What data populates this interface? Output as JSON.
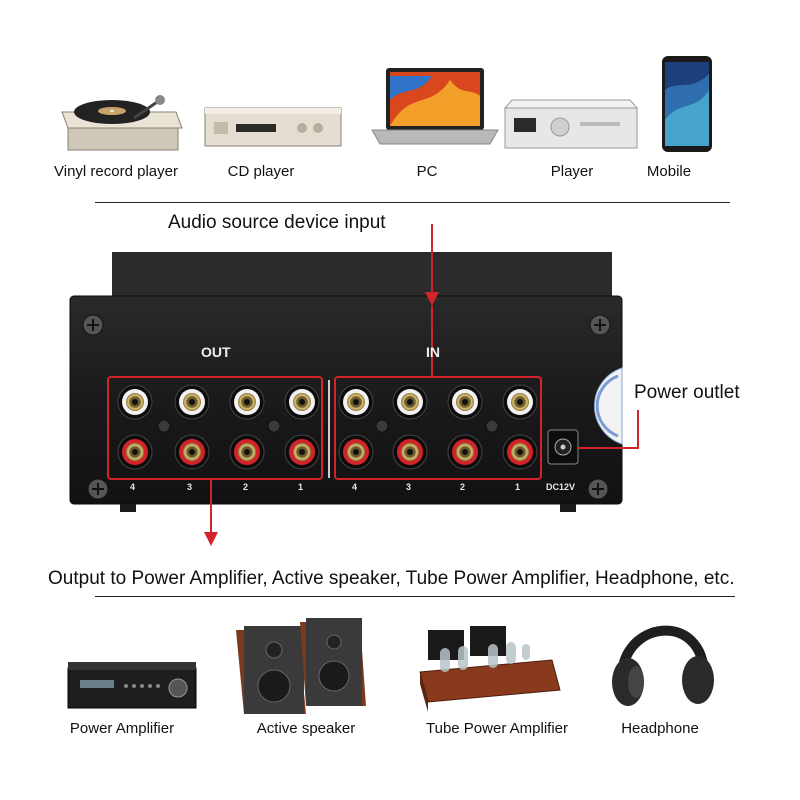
{
  "sources": [
    {
      "label": "Vinyl record player",
      "icon": "turntable-icon"
    },
    {
      "label": "CD player",
      "icon": "cd-player-icon"
    },
    {
      "label": "PC",
      "icon": "laptop-icon"
    },
    {
      "label": "Player",
      "icon": "media-player-icon"
    },
    {
      "label": "Mobile",
      "icon": "smartphone-icon"
    }
  ],
  "input_caption": "Audio source device input",
  "device": {
    "out_label": "OUT",
    "in_label": "IN",
    "channel_numbers": [
      "4",
      "3",
      "2",
      "1"
    ],
    "power_jack_label": "DC12V",
    "body_color": "#1c1c1c",
    "highlight_color": "#d2232a"
  },
  "power_caption": "Power outlet",
  "output_caption": "Output to Power Amplifier, Active speaker, Tube Power Amplifier, Headphone, etc.",
  "outputs": [
    {
      "label": "Power Amplifier",
      "icon": "power-amplifier-icon"
    },
    {
      "label": "Active speaker",
      "icon": "bookshelf-speaker-icon"
    },
    {
      "label": "Tube Power Amplifier",
      "icon": "tube-amplifier-icon"
    },
    {
      "label": "Headphone",
      "icon": "headphone-icon"
    }
  ]
}
